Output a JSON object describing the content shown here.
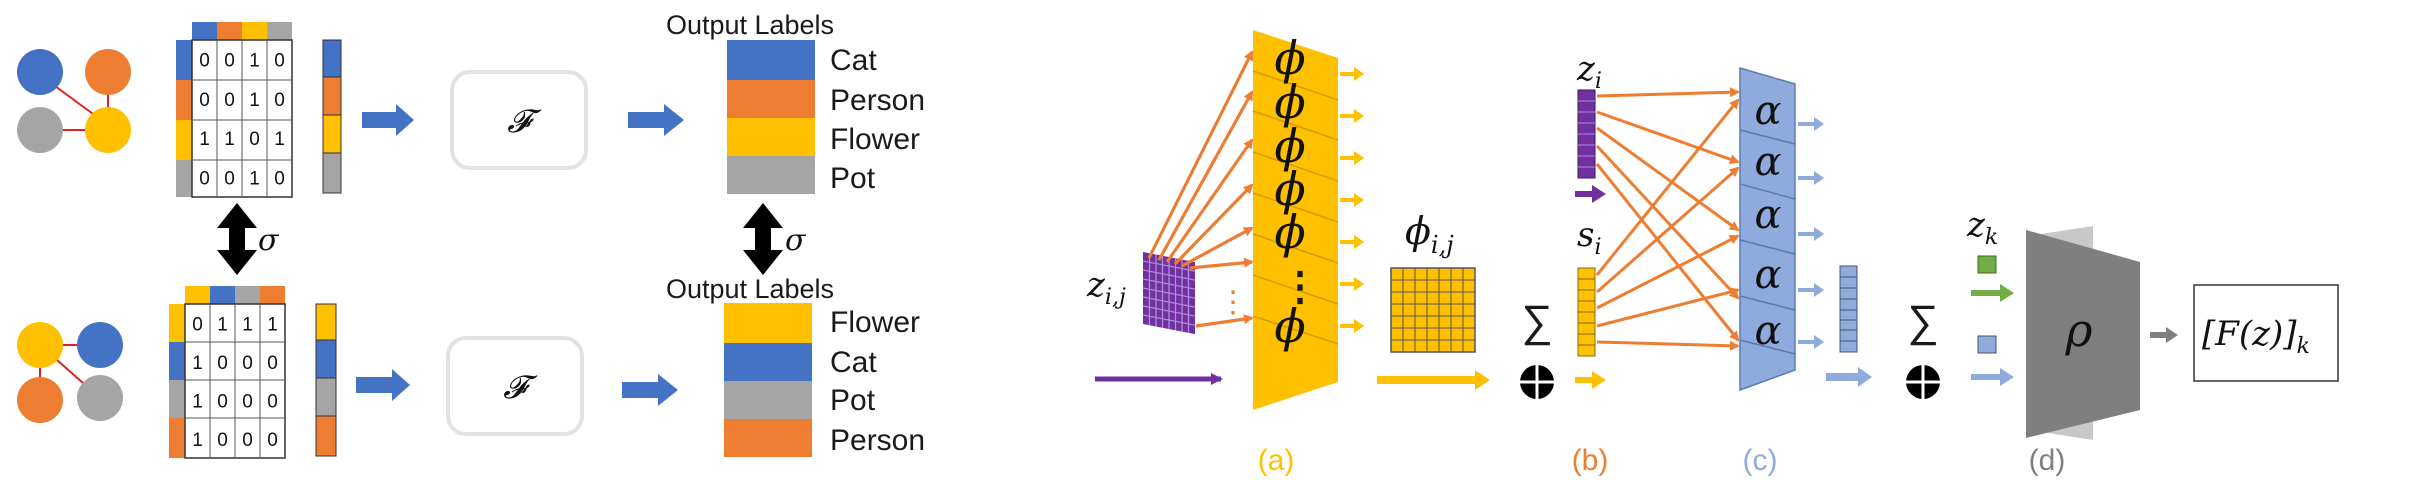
{
  "colors": {
    "blue": "#4472C4",
    "orange": "#ED7D31",
    "gray": "#A5A5A5",
    "yellow": "#FFC000",
    "purple": "#7030A0",
    "light_blue": "#8FAADC",
    "green": "#70AD47",
    "dark_gray": "#7F7F7F"
  },
  "left": {
    "top": {
      "matrix": [
        [
          "0",
          "0",
          "1",
          "0"
        ],
        [
          "0",
          "0",
          "1",
          "0"
        ],
        [
          "1",
          "1",
          "0",
          "1"
        ],
        [
          "0",
          "0",
          "1",
          "0"
        ]
      ],
      "function_label": "𝓕",
      "output_title": "Output Labels",
      "labels": [
        "Cat",
        "Person",
        "Flower",
        "Pot"
      ]
    },
    "bottom": {
      "matrix": [
        [
          "0",
          "1",
          "1",
          "1"
        ],
        [
          "1",
          "0",
          "0",
          "0"
        ],
        [
          "1",
          "0",
          "0",
          "0"
        ],
        [
          "1",
          "0",
          "0",
          "0"
        ]
      ],
      "function_label": "𝓕",
      "output_title": "Output Labels",
      "labels": [
        "Flower",
        "Cat",
        "Pot",
        "Person"
      ]
    },
    "sigma_left": "σ",
    "sigma_right": "σ"
  },
  "right": {
    "phi_symbol": "ϕ",
    "ellipsis": "⋮",
    "z_ij": "z",
    "z_ij_sub": "i,j",
    "phi_ij": "ϕ",
    "phi_ij_sub": "i,j",
    "sum1": "∑",
    "z_i": "z",
    "z_i_sub": "i",
    "s_i": "s",
    "s_i_sub": "i",
    "alpha_symbol": "α",
    "sum2": "∑",
    "z_k": "z",
    "z_k_sub": "k",
    "rho": "ρ",
    "output": "[F(z)]",
    "output_sub": "k",
    "labels": {
      "a": "(a)",
      "b": "(b)",
      "c": "(c)",
      "d": "(d)"
    }
  }
}
